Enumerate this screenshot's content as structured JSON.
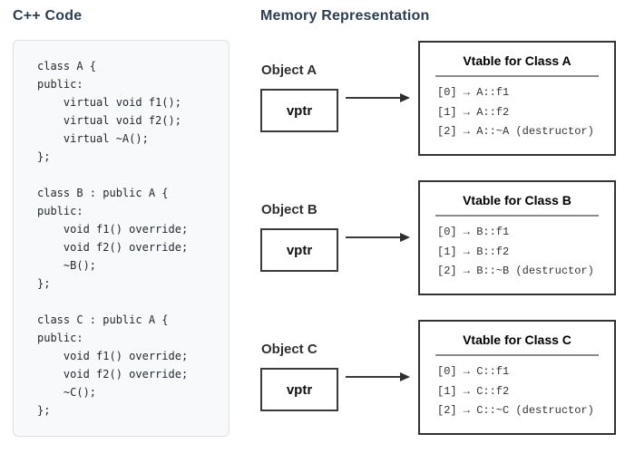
{
  "headings": {
    "left": "C++ Code",
    "right": "Memory Representation"
  },
  "code": {
    "text": "class A {\npublic:\n    virtual void f1();\n    virtual void f2();\n    virtual ~A();\n};\n\nclass B : public A {\npublic:\n    void f1() override;\n    void f2() override;\n    ~B();\n};\n\nclass C : public A {\npublic:\n    void f1() override;\n    void f2() override;\n    ~C();\n};"
  },
  "objects": [
    {
      "label": "Object A",
      "vptr_label": "vptr",
      "vtable_title": "Vtable for Class A",
      "vtable_rows": [
        "[0] → A::f1",
        "[1] → A::f2",
        "[2] → A::~A (destructor)"
      ]
    },
    {
      "label": "Object B",
      "vptr_label": "vptr",
      "vtable_title": "Vtable for Class B",
      "vtable_rows": [
        "[0] → B::f1",
        "[1] → B::f2",
        "[2] → B::~B (destructor)"
      ]
    },
    {
      "label": "Object C",
      "vptr_label": "vptr",
      "vtable_title": "Vtable for Class C",
      "vtable_rows": [
        "[0] → C::f1",
        "[1] → C::f2",
        "[2] → C::~C (destructor)"
      ]
    }
  ],
  "colors": {
    "heading": "#2c3e50",
    "box_border": "#333333",
    "arrow": "#333333",
    "panel_bg": "#f8f9fa",
    "panel_border": "#dde0e4"
  }
}
